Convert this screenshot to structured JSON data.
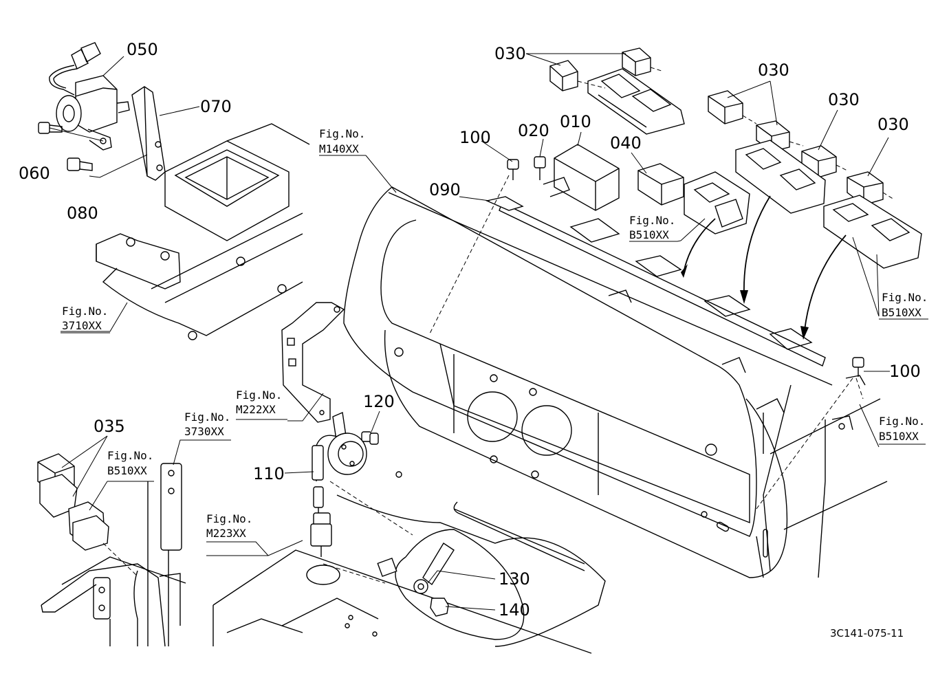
{
  "part_labels": {
    "p050": "050",
    "p070": "070",
    "p060": "060",
    "p080": "080",
    "p030a": "030",
    "p030b": "030",
    "p030c": "030",
    "p030d": "030",
    "p100a": "100",
    "p100b": "100",
    "p020": "020",
    "p010": "010",
    "p040": "040",
    "p090": "090",
    "p035": "035",
    "p120": "120",
    "p110": "110",
    "p130": "130",
    "p140": "140"
  },
  "fig_refs": {
    "m140": {
      "prefix": "Fig.No.",
      "code": "M140XX"
    },
    "b510a": {
      "prefix": "Fig.No.",
      "code": "B510XX"
    },
    "b510b": {
      "prefix": "Fig.No.",
      "code": "B510XX"
    },
    "b510c": {
      "prefix": "Fig.No.",
      "code": "B510XX"
    },
    "b510d": {
      "prefix": "Fig.No.",
      "code": "B510XX"
    },
    "f3710": {
      "prefix": "Fig.No.",
      "code": "3710XX"
    },
    "m222": {
      "prefix": "Fig.No.",
      "code": "M222XX"
    },
    "f3730": {
      "prefix": "Fig.No.",
      "code": "3730XX"
    },
    "m223": {
      "prefix": "Fig.No.",
      "code": "M223XX"
    }
  },
  "drawing_code": "3C141-075-11"
}
